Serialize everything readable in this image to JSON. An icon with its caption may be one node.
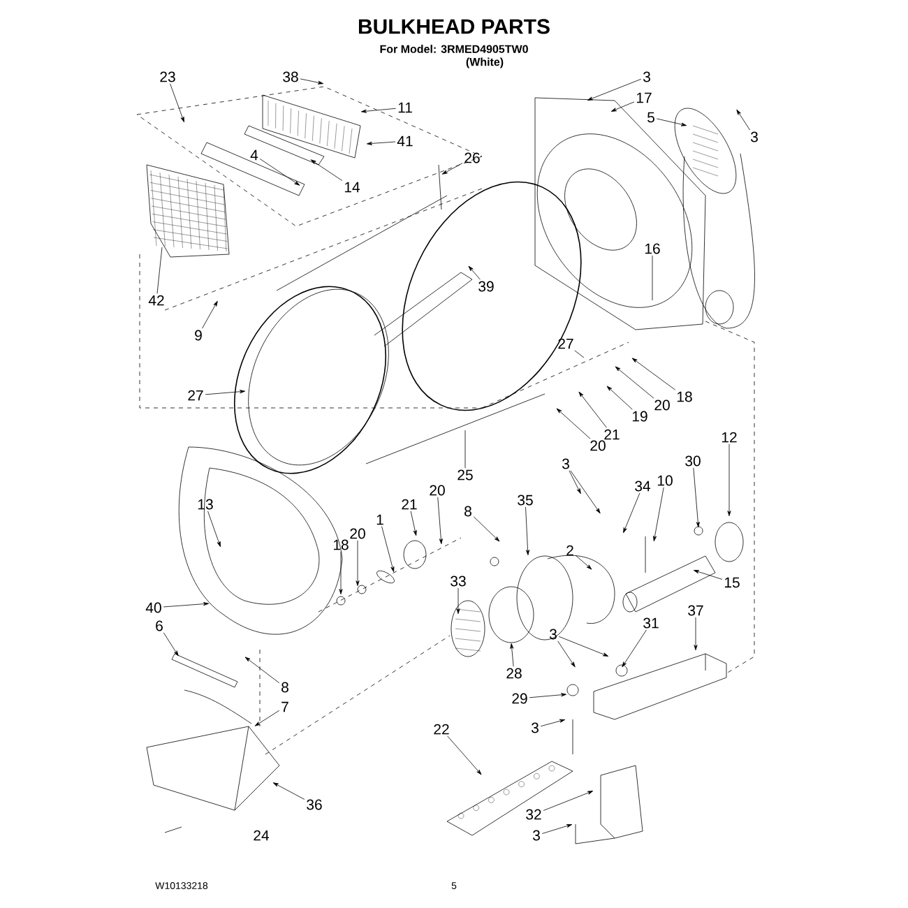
{
  "diagram": {
    "title": "BULKHEAD PARTS",
    "nodes": [
      {
        "text": [
          "23"
        ]
      },
      {
        "text": [
          "38"
        ]
      },
      {
        "text": [
          "11"
        ]
      },
      {
        "text": [
          "41"
        ]
      },
      {
        "text": [
          "4"
        ]
      },
      {
        "text": [
          "14"
        ]
      },
      {
        "text": [
          "26"
        ]
      },
      {
        "text": [
          "42"
        ]
      },
      {
        "text": [
          "9"
        ]
      },
      {
        "text": [
          "39"
        ]
      },
      {
        "text": [
          "27"
        ]
      },
      {
        "text": [
          "3"
        ]
      },
      {
        "text": [
          "17"
        ]
      },
      {
        "text": [
          "5"
        ]
      },
      {
        "text": [
          "3"
        ]
      },
      {
        "text": [
          "16"
        ]
      },
      {
        "text": [
          "27"
        ]
      },
      {
        "text": [
          "18"
        ]
      },
      {
        "text": [
          "20"
        ]
      },
      {
        "text": [
          "19"
        ]
      },
      {
        "text": [
          "21"
        ]
      },
      {
        "text": [
          "20"
        ]
      },
      {
        "text": [
          "25"
        ]
      },
      {
        "text": [
          "12"
        ]
      },
      {
        "text": [
          "13"
        ]
      },
      {
        "text": [
          "18"
        ]
      },
      {
        "text": [
          "20"
        ]
      },
      {
        "text": [
          "1"
        ]
      },
      {
        "text": [
          "21"
        ]
      },
      {
        "text": [
          "20"
        ]
      },
      {
        "text": [
          "8"
        ]
      },
      {
        "text": [
          "33"
        ]
      },
      {
        "text": [
          "35"
        ]
      },
      {
        "text": [
          "3"
        ]
      },
      {
        "text": [
          "2"
        ]
      },
      {
        "text": [
          "34"
        ]
      },
      {
        "text": [
          "10"
        ]
      },
      {
        "text": [
          "30"
        ]
      },
      {
        "text": [
          "15"
        ]
      },
      {
        "text": [
          "40"
        ]
      },
      {
        "text": [
          "6"
        ]
      },
      {
        "text": [
          "8"
        ]
      },
      {
        "text": [
          "7"
        ]
      },
      {
        "text": [
          "28"
        ]
      },
      {
        "text": [
          "3"
        ]
      },
      {
        "text": [
          "31"
        ]
      },
      {
        "text": [
          "37"
        ]
      },
      {
        "text": [
          "29"
        ]
      },
      {
        "text": [
          "22"
        ]
      },
      {
        "text": [
          "3"
        ]
      },
      {
        "text": [
          "36"
        ]
      },
      {
        "text": [
          "3"
        ]
      },
      {
        "text": [
          "32"
        ]
      }
    ],
    "edges": [
      {
        "from": 0,
        "to": null,
        "arrow": "to"
      },
      {
        "from": 1,
        "to": null,
        "arrow": "to"
      },
      {
        "from": 2,
        "to": null,
        "arrow": "to"
      },
      {
        "from": 3,
        "to": null,
        "arrow": "to"
      },
      {
        "from": 4,
        "to": null,
        "arrow": "to"
      },
      {
        "from": 5,
        "to": null,
        "arrow": "to"
      },
      {
        "from": 6,
        "to": null,
        "arrow": "to"
      },
      {
        "from": 7,
        "to": null,
        "arrow": "none"
      },
      {
        "from": 8,
        "to": null,
        "arrow": "to"
      },
      {
        "from": 9,
        "to": null,
        "arrow": "to"
      },
      {
        "from": 10,
        "to": null,
        "arrow": "to"
      },
      {
        "from": 11,
        "to": null,
        "arrow": "to"
      },
      {
        "from": 12,
        "to": null,
        "arrow": "to"
      },
      {
        "from": 13,
        "to": null,
        "arrow": "to"
      },
      {
        "from": 14,
        "to": null,
        "arrow": "to"
      },
      {
        "from": 15,
        "to": null,
        "arrow": "none"
      },
      {
        "from": 16,
        "to": null,
        "arrow": "none"
      },
      {
        "from": 17,
        "to": null,
        "arrow": "to"
      },
      {
        "from": 18,
        "to": null,
        "arrow": "to"
      },
      {
        "from": 19,
        "to": null,
        "arrow": "to"
      },
      {
        "from": 20,
        "to": null,
        "arrow": "to"
      },
      {
        "from": 21,
        "to": null,
        "arrow": "to"
      },
      {
        "from": 22,
        "to": null,
        "arrow": "none"
      },
      {
        "from": 23,
        "to": null,
        "arrow": "to"
      },
      {
        "from": 24,
        "to": null,
        "arrow": "to"
      },
      {
        "from": 25,
        "to": null,
        "arrow": "to"
      },
      {
        "from": 26,
        "to": null,
        "arrow": "to"
      },
      {
        "from": 27,
        "to": null,
        "arrow": "to"
      },
      {
        "from": 28,
        "to": null,
        "arrow": "to"
      },
      {
        "from": 29,
        "to": null,
        "arrow": "to"
      },
      {
        "from": 30,
        "to": null,
        "arrow": "to"
      },
      {
        "from": 31,
        "to": null,
        "arrow": "to"
      },
      {
        "from": 32,
        "to": null,
        "arrow": "to"
      },
      {
        "from": 33,
        "to": null,
        "arrow": "to"
      },
      {
        "from": 33,
        "to": null,
        "arrow": "to"
      },
      {
        "from": 34,
        "to": null,
        "arrow": "to"
      },
      {
        "from": 35,
        "to": null,
        "arrow": "to"
      },
      {
        "from": 36,
        "to": null,
        "arrow": "to"
      },
      {
        "from": 37,
        "to": null,
        "arrow": "to"
      },
      {
        "from": 38,
        "to": null,
        "arrow": "to"
      },
      {
        "from": 39,
        "to": null,
        "arrow": "to"
      },
      {
        "from": 40,
        "to": null,
        "arrow": "to"
      },
      {
        "from": 41,
        "to": null,
        "arrow": "to"
      },
      {
        "from": 42,
        "to": null,
        "arrow": "to"
      },
      {
        "from": 43,
        "to": null,
        "arrow": "to"
      },
      {
        "from": 44,
        "to": null,
        "arrow": "to"
      },
      {
        "from": 44,
        "to": null,
        "arrow": "to"
      },
      {
        "from": 45,
        "to": null,
        "arrow": "to"
      },
      {
        "from": 46,
        "to": null,
        "arrow": "to"
      },
      {
        "from": 47,
        "to": null,
        "arrow": "to"
      },
      {
        "from": 48,
        "to": null,
        "arrow": "to"
      },
      {
        "from": 49,
        "to": null,
        "arrow": "to"
      },
      {
        "from": 50,
        "to": null,
        "arrow": "to"
      },
      {
        "from": 51,
        "to": null,
        "arrow": "to"
      },
      {
        "from": 52,
        "to": null,
        "arrow": "to"
      }
    ],
    "labels": [
      "For Model: 3RMED4905TW0",
      "(White)",
      "24",
      "W10133218",
      "5"
    ]
  }
}
